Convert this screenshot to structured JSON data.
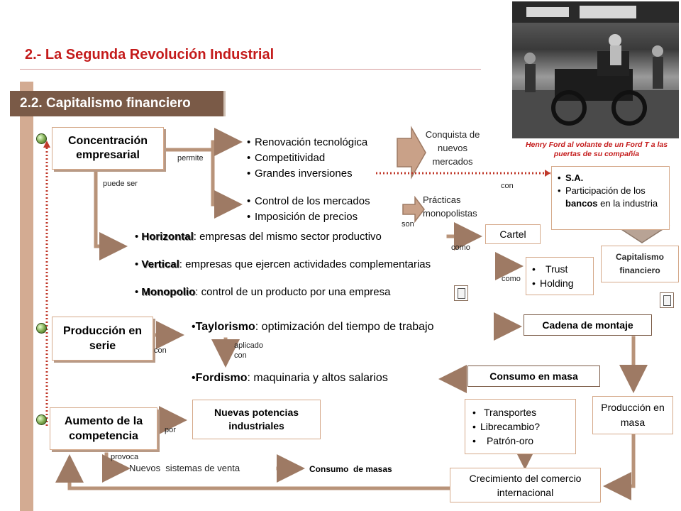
{
  "header": {
    "title": "2.- La Segunda Revolución Industrial",
    "subtitle": "2.2. Capitalismo financiero"
  },
  "photo": {
    "caption": "Henry Ford al volante de un Ford T a las puertas de su compañía"
  },
  "nodes": {
    "concentracion": "Concentración empresarial",
    "produccion_serie": "Producción en serie",
    "aumento": "Aumento de la competencia",
    "cartel": "Cartel",
    "capitalismo": "Capitalismo financiero",
    "cadena": "Cadena de montaje",
    "consumo_masa": "Consumo en masa",
    "produccion_masa": "Producción en masa",
    "nuevas_potencias": "Nuevas potencias industriales",
    "crecimiento": "Crecimiento del comercio internacional",
    "consumo_masas": "Consumo  de masas",
    "nuevos_sistemas": "Nuevos  sistemas de venta"
  },
  "lists": {
    "renovacion": [
      "Renovación tecnológica",
      "Competitividad",
      "Grandes inversiones"
    ],
    "control": [
      "Control de los mercados",
      "Imposición de precios"
    ],
    "sa": {
      "item1": "S.A.",
      "item2_pre": "Participación de los ",
      "item2_bold": "bancos",
      "item2_post": " en la industria"
    },
    "trust": [
      "Trust",
      "Holding"
    ],
    "transportes": [
      "Transportes",
      "Librecambio?",
      "Patrón-oro"
    ]
  },
  "tipos": {
    "horizontal": {
      "term": "Horizontal",
      "desc": ": empresas del mismo sector productivo"
    },
    "vertical": {
      "term": "Vertical",
      "desc": ": empresas que ejercen actividades complementarias"
    },
    "monopolio": {
      "term": "Monopolio",
      "desc": ": control de un producto por una empresa"
    }
  },
  "sistemas": {
    "taylorismo": {
      "term": "Taylorismo",
      "desc": ": optimización del tiempo de trabajo"
    },
    "fordismo": {
      "term": "Fordismo",
      "desc": ": maquinaria y altos salarios"
    }
  },
  "text": {
    "conquista": "Conquista de nuevos mercados",
    "practicas": "Prácticas monopolistas"
  },
  "labels": {
    "permite": "permite",
    "puede_ser": "puede ser",
    "con1": "con",
    "son": "son",
    "como1": "como",
    "como2": "como",
    "aplicado": "aplicado con",
    "con2": "con",
    "por": "por",
    "provoca": "provoca"
  },
  "colors": {
    "accent": "#c41b1b",
    "connector": "#c9a188",
    "connector_dark": "#9e7a64",
    "side_bar": "#d3ab92",
    "dots": "#c0392b"
  },
  "icons": [
    "document-icon",
    "document-icon",
    "bullet-circle-icon",
    "bullet-circle-icon",
    "bullet-circle-icon"
  ]
}
